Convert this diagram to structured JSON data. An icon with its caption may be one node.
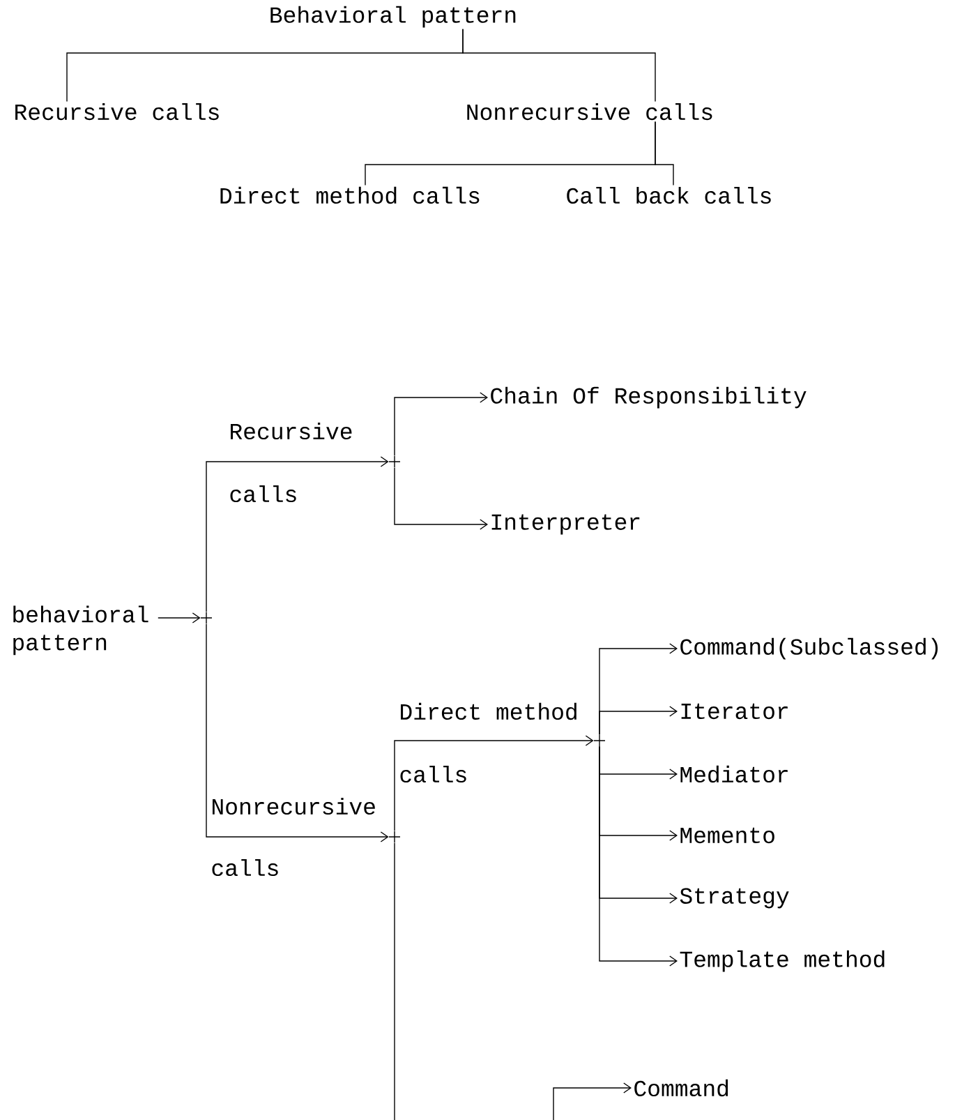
{
  "diagram": {
    "nodes": [
      {
        "text": [
          "Behavioral pattern"
        ]
      },
      {
        "text": [
          "Recursive calls"
        ]
      },
      {
        "text": [
          "Nonrecursive calls"
        ]
      },
      {
        "text": [
          "Direct method calls"
        ]
      },
      {
        "text": [
          "Call back calls"
        ]
      },
      {
        "text": [
          "behavioral pattern"
        ]
      },
      {
        "text": [],
        "shape": "cross"
      },
      {
        "text": [],
        "shape": "cross"
      },
      {
        "text": [
          "Chain Of Responsibility"
        ]
      },
      {
        "text": [
          "Interpreter"
        ]
      },
      {
        "text": [],
        "shape": "cross"
      },
      {
        "text": [],
        "shape": "cross"
      },
      {
        "text": [
          "Command(Subclassed)"
        ]
      },
      {
        "text": [
          "Iterator"
        ]
      },
      {
        "text": [
          "Mediator"
        ]
      },
      {
        "text": [
          "Memento"
        ]
      },
      {
        "text": [
          "Strategy"
        ]
      },
      {
        "text": [
          "Template method"
        ]
      },
      {
        "text": [
          "Command"
        ]
      }
    ],
    "edges": [
      {
        "from": 0,
        "to": 1,
        "arrow": "none"
      },
      {
        "from": 0,
        "to": 2,
        "arrow": "none"
      },
      {
        "from": 2,
        "to": 3,
        "arrow": "none"
      },
      {
        "from": 2,
        "to": 4,
        "arrow": "none"
      },
      {
        "from": 5,
        "to": 6,
        "arrow": "to"
      },
      {
        "from": 6,
        "to": 7,
        "arrow": "to"
      },
      {
        "from": 6,
        "to": 10,
        "arrow": "to"
      },
      {
        "from": 7,
        "to": 8,
        "arrow": "to"
      },
      {
        "from": 7,
        "to": 9,
        "arrow": "to"
      },
      {
        "from": 10,
        "to": 11,
        "arrow": "to"
      },
      {
        "from": 11,
        "to": 12,
        "arrow": "to"
      },
      {
        "from": 11,
        "to": 13,
        "arrow": "to"
      },
      {
        "from": 11,
        "to": 14,
        "arrow": "to"
      },
      {
        "from": 11,
        "to": 15,
        "arrow": "to"
      },
      {
        "from": 11,
        "to": 16,
        "arrow": "to"
      },
      {
        "from": 11,
        "to": 17,
        "arrow": "to"
      },
      {
        "from": 10,
        "to": null,
        "arrow": "none"
      },
      {
        "from": null,
        "to": 18,
        "arrow": "to"
      }
    ],
    "labels": [
      "Recursive",
      "calls",
      "Direct method",
      "calls",
      "Nonrecursive",
      "calls"
    ]
  }
}
